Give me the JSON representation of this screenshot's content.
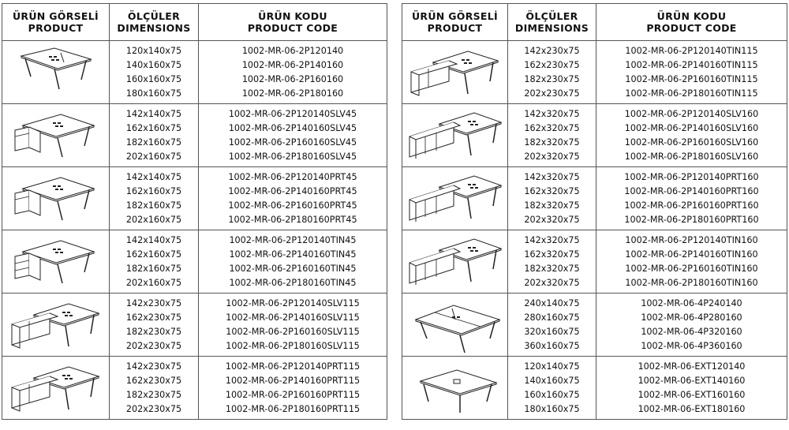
{
  "headers": {
    "image_tr": "ÜRÜN GÖRSELİ",
    "image_en": "PRODUCT",
    "dim_tr": "ÖLÇÜLER",
    "dim_en": "DIMENSIONS",
    "code_tr": "ÜRÜN KODU",
    "code_en": "PRODUCT CODE"
  },
  "left": [
    {
      "icon": "desk-icon",
      "dims": [
        "120x140x75",
        "140x160x75",
        "160x160x75",
        "180x160x75"
      ],
      "codes": [
        "1002-MR-06-2P120140",
        "1002-MR-06-2P140160",
        "1002-MR-06-2P160160",
        "1002-MR-06-2P180160"
      ]
    },
    {
      "icon": "desk-with-pedestal-icon",
      "dims": [
        "142x140x75",
        "162x160x75",
        "182x160x75",
        "202x160x75"
      ],
      "codes": [
        "1002-MR-06-2P120140SLV45",
        "1002-MR-06-2P140160SLV45",
        "1002-MR-06-2P160160SLV45",
        "1002-MR-06-2P180160SLV45"
      ]
    },
    {
      "icon": "desk-with-pedestal-icon",
      "dims": [
        "142x140x75",
        "162x160x75",
        "182x160x75",
        "202x160x75"
      ],
      "codes": [
        "1002-MR-06-2P120140PRT45",
        "1002-MR-06-2P140160PRT45",
        "1002-MR-06-2P160160PRT45",
        "1002-MR-06-2P180160PRT45"
      ]
    },
    {
      "icon": "desk-with-drawers-icon",
      "dims": [
        "142x140x75",
        "162x160x75",
        "182x160x75",
        "202x160x75"
      ],
      "codes": [
        "1002-MR-06-2P120140TIN45",
        "1002-MR-06-2P140160TIN45",
        "1002-MR-06-2P160160TIN45",
        "1002-MR-06-2P180160TIN45"
      ]
    },
    {
      "icon": "desk-with-side-cabinet-icon",
      "dims": [
        "142x230x75",
        "162x230x75",
        "182x230x75",
        "202x230x75"
      ],
      "codes": [
        "1002-MR-06-2P120140SLV115",
        "1002-MR-06-2P140160SLV115",
        "1002-MR-06-2P160160SLV115",
        "1002-MR-06-2P180160SLV115"
      ]
    },
    {
      "icon": "desk-with-side-cabinet-icon",
      "dims": [
        "142x230x75",
        "162x230x75",
        "182x230x75",
        "202x230x75"
      ],
      "codes": [
        "1002-MR-06-2P120140PRT115",
        "1002-MR-06-2P140160PRT115",
        "1002-MR-06-2P160160PRT115",
        "1002-MR-06-2P180160PRT115"
      ]
    }
  ],
  "right": [
    {
      "icon": "desk-with-side-cabinet-icon",
      "dims": [
        "142x230x75",
        "162x230x75",
        "182x230x75",
        "202x230x75"
      ],
      "codes": [
        "1002-MR-06-2P120140TIN115",
        "1002-MR-06-2P140160TIN115",
        "1002-MR-06-2P160160TIN115",
        "1002-MR-06-2P180160TIN115"
      ]
    },
    {
      "icon": "desk-with-long-cabinet-icon",
      "dims": [
        "142x320x75",
        "162x320x75",
        "182x320x75",
        "202x320x75"
      ],
      "codes": [
        "1002-MR-06-2P120140SLV160",
        "1002-MR-06-2P140160SLV160",
        "1002-MR-06-2P160160SLV160",
        "1002-MR-06-2P180160SLV160"
      ]
    },
    {
      "icon": "desk-with-long-cabinet-icon",
      "dims": [
        "142x320x75",
        "162x320x75",
        "182x320x75",
        "202x320x75"
      ],
      "codes": [
        "1002-MR-06-2P120140PRT160",
        "1002-MR-06-2P140160PRT160",
        "1002-MR-06-2P160160PRT160",
        "1002-MR-06-2P180160PRT160"
      ]
    },
    {
      "icon": "desk-with-long-cabinet-icon",
      "dims": [
        "142x320x75",
        "162x320x75",
        "182x320x75",
        "202x320x75"
      ],
      "codes": [
        "1002-MR-06-2P120140TIN160",
        "1002-MR-06-2P140160TIN160",
        "1002-MR-06-2P160160TIN160",
        "1002-MR-06-2P180160TIN160"
      ]
    },
    {
      "icon": "quad-desk-icon",
      "dims": [
        "240x140x75",
        "280x160x75",
        "320x160x75",
        "360x160x75"
      ],
      "codes": [
        "1002-MR-06-4P240140",
        "1002-MR-06-4P280160",
        "1002-MR-06-4P320160",
        "1002-MR-06-4P360160"
      ]
    },
    {
      "icon": "extension-desk-icon",
      "dims": [
        "120x140x75",
        "140x160x75",
        "160x160x75",
        "180x160x75"
      ],
      "codes": [
        "1002-MR-06-EXT120140",
        "1002-MR-06-EXT140160",
        "1002-MR-06-EXT160160",
        "1002-MR-06-EXT180160"
      ]
    }
  ]
}
